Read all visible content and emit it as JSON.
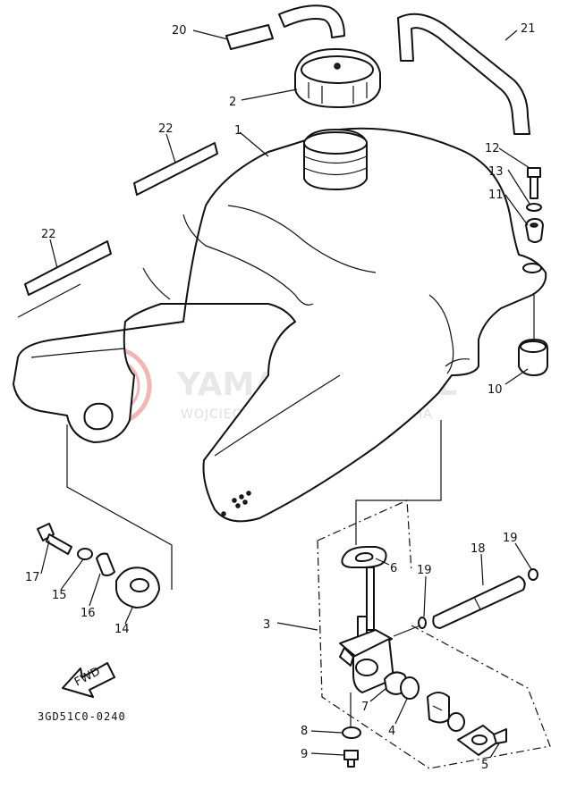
{
  "diagram": {
    "part_labels": [
      "1",
      "2",
      "3",
      "4",
      "5",
      "6",
      "7",
      "8",
      "9",
      "10",
      "11",
      "12",
      "13",
      "14",
      "15",
      "16",
      "17",
      "18",
      "19",
      "19",
      "20",
      "21",
      "22",
      "22"
    ],
    "fwd_label": "FWD",
    "drawing_code": "3GD51C0-0240"
  },
  "watermark": {
    "brand": "YAMA-SKLEP.PL",
    "tagline": "WOJCIECHOWICZ | DEALER YAMAHA",
    "color": "#e06060"
  }
}
